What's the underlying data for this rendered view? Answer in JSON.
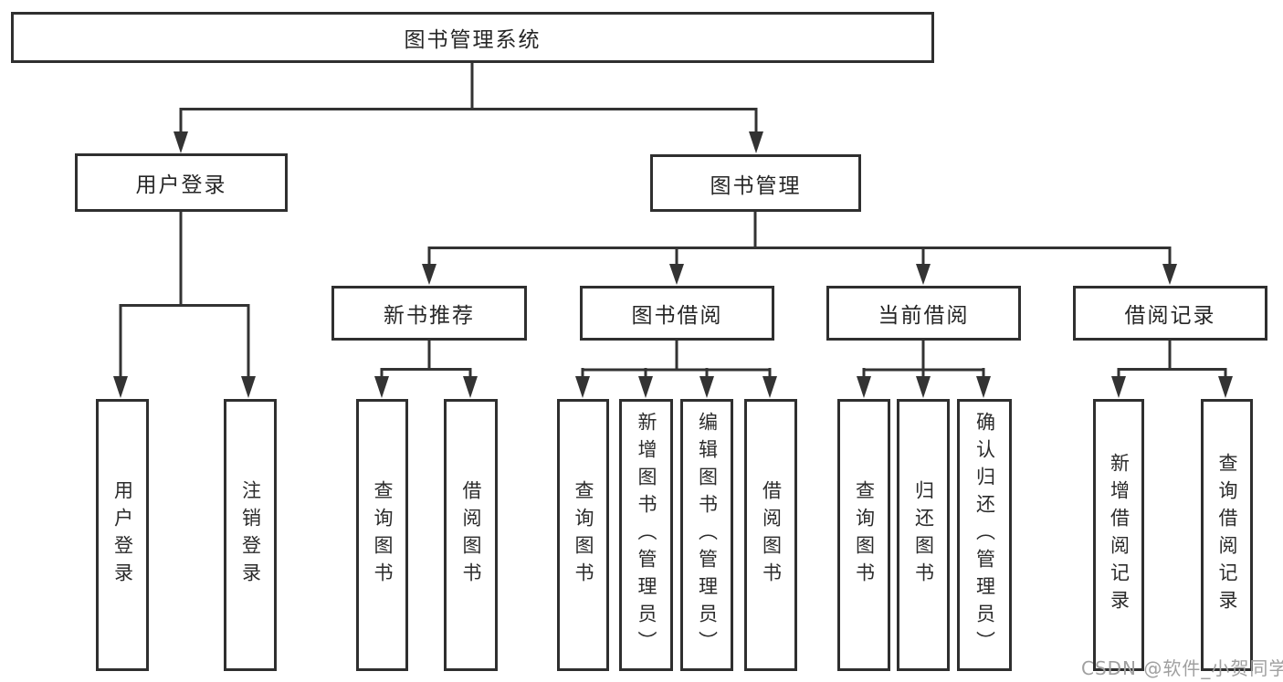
{
  "diagram": {
    "title": "图书管理系统",
    "branches": [
      {
        "label": "用户登录",
        "children": [
          {
            "label": "用户登录"
          },
          {
            "label": "注销登录"
          }
        ]
      },
      {
        "label": "图书管理",
        "children": [
          {
            "label": "新书推荐",
            "children": [
              {
                "label": "查询图书"
              },
              {
                "label": "借阅图书"
              }
            ]
          },
          {
            "label": "图书借阅",
            "children": [
              {
                "label": "查询图书"
              },
              {
                "label": "新增图书（管理员）"
              },
              {
                "label": "编辑图书（管理员）"
              },
              {
                "label": "借阅图书"
              }
            ]
          },
          {
            "label": "当前借阅",
            "children": [
              {
                "label": "查询图书"
              },
              {
                "label": "归还图书"
              },
              {
                "label": "确认归还（管理员）"
              }
            ]
          },
          {
            "label": "借阅记录",
            "children": [
              {
                "label": "新增借阅记录"
              },
              {
                "label": "查询借阅记录"
              }
            ]
          }
        ]
      }
    ]
  },
  "watermark": {
    "text": "CSDN @软件_小贺同学"
  }
}
